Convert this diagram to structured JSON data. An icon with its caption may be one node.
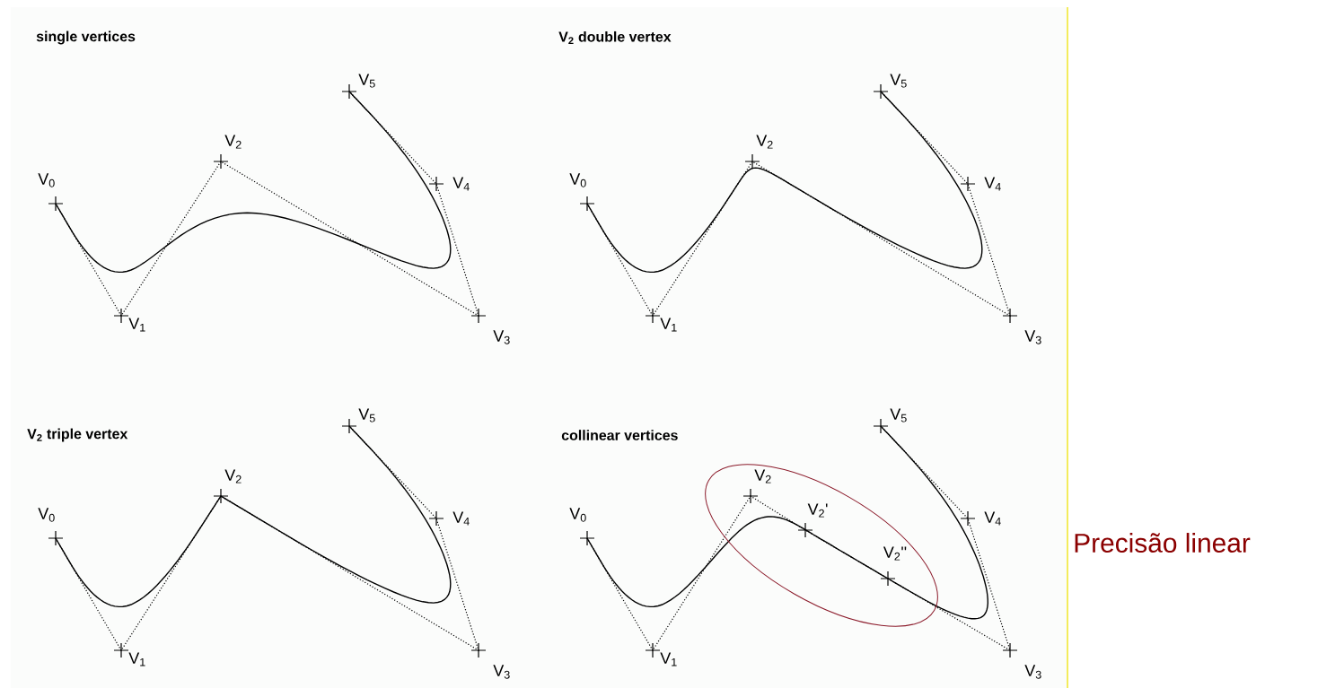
{
  "diagram": {
    "labels": [
      "single vertices",
      "V$_{0}$",
      "V$_{1}$",
      "V$_{2}$",
      "V$_{3}$",
      "V$_{4}$",
      "V$_{5}$",
      "V$_{2}$ double vertex",
      "V$_{0}$",
      "V$_{1}$",
      "V$_{2}$",
      "V$_{3}$",
      "V$_{4}$",
      "V$_{5}$",
      "V$_{2}$ triple vertex",
      "V$_{0}$",
      "V$_{1}$",
      "V$_{2}$",
      "V$_{3}$",
      "V$_{4}$",
      "V$_{5}$",
      "collinear vertices",
      "V$_{0}$",
      "V$_{1}$",
      "V$_{2}$",
      "V$_{2}$'",
      "V$_{2}$''",
      "V$_{3}$",
      "V$_{4}$",
      "V$_{5}$",
      "Precisão linear"
    ]
  }
}
